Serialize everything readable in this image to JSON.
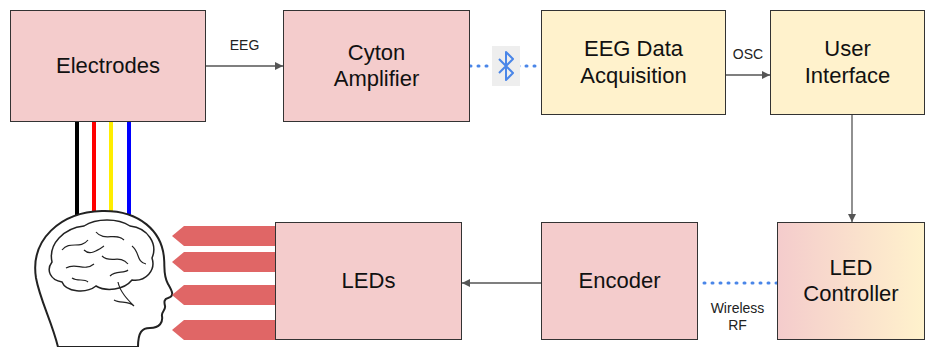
{
  "diagram": {
    "nodes": [
      {
        "text": [
          "Electrodes"
        ]
      },
      {
        "text": [
          "Cyton Amplifier"
        ]
      },
      {
        "text": [
          "EEG Data Acquisition"
        ]
      },
      {
        "text": [
          "User Interface"
        ]
      },
      {
        "text": [
          "LEDs"
        ]
      },
      {
        "text": [
          "Encoder"
        ]
      },
      {
        "text": [
          "LED Controller"
        ]
      }
    ],
    "edges": [
      {
        "from": 0,
        "to": 1,
        "arrow": "to",
        "label": "EEG"
      },
      {
        "from": 1,
        "to": 2,
        "arrow": "none"
      },
      {
        "from": 2,
        "to": 3,
        "arrow": "to",
        "label": "OSC"
      },
      {
        "from": 3,
        "to": 6,
        "arrow": "to"
      },
      {
        "from": 6,
        "to": 5,
        "arrow": "none",
        "label": "Wireless RF"
      },
      {
        "from": 5,
        "to": 4,
        "arrow": "to"
      }
    ]
  }
}
